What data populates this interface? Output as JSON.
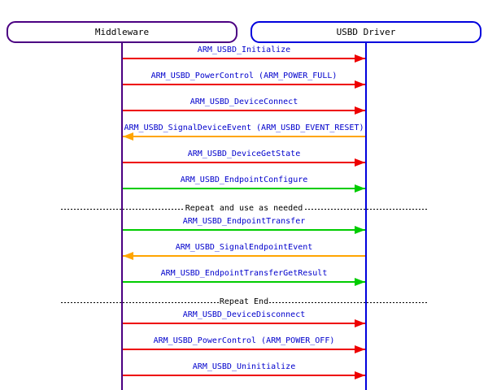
{
  "diagram": {
    "participants": [
      {
        "name": "Middleware",
        "accent": "#4b0082"
      },
      {
        "name": "USBD Driver",
        "accent": "#0000dd"
      }
    ],
    "colors": {
      "red": "#ee0000",
      "green": "#00cc00",
      "orange": "#ffa500",
      "label_text": "#0000cc",
      "separator_text": "#000000"
    },
    "sequence": [
      {
        "type": "message",
        "label": "ARM_USBD_Initialize",
        "color": "red",
        "direction": "right"
      },
      {
        "type": "message",
        "label": "ARM_USBD_PowerControl (ARM_POWER_FULL)",
        "color": "red",
        "direction": "right"
      },
      {
        "type": "message",
        "label": "ARM_USBD_DeviceConnect",
        "color": "red",
        "direction": "right"
      },
      {
        "type": "message",
        "label": "ARM_USBD_SignalDeviceEvent (ARM_USBD_EVENT_RESET)",
        "color": "orange",
        "direction": "left"
      },
      {
        "type": "message",
        "label": "ARM_USBD_DeviceGetState",
        "color": "red",
        "direction": "right"
      },
      {
        "type": "message",
        "label": "ARM_USBD_EndpointConfigure",
        "color": "green",
        "direction": "right"
      },
      {
        "type": "separator",
        "label": "Repeat and use as needed"
      },
      {
        "type": "message",
        "label": "ARM_USBD_EndpointTransfer",
        "color": "green",
        "direction": "right"
      },
      {
        "type": "message",
        "label": "ARM_USBD_SignalEndpointEvent",
        "color": "orange",
        "direction": "left"
      },
      {
        "type": "message",
        "label": "ARM_USBD_EndpointTransferGetResult",
        "color": "green",
        "direction": "right"
      },
      {
        "type": "separator",
        "label": "Repeat End"
      },
      {
        "type": "message",
        "label": "ARM_USBD_DeviceDisconnect",
        "color": "red",
        "direction": "right"
      },
      {
        "type": "message",
        "label": "ARM_USBD_PowerControl (ARM_POWER_OFF)",
        "color": "red",
        "direction": "right"
      },
      {
        "type": "message",
        "label": "ARM_USBD_Uninitialize",
        "color": "red",
        "direction": "right"
      }
    ]
  }
}
